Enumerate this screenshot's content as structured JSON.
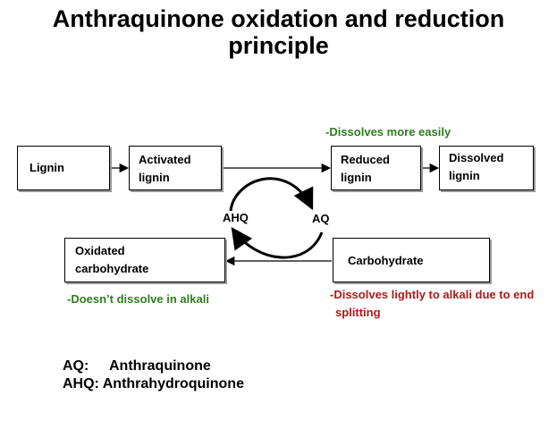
{
  "title_line1": "Anthraquinone oxidation and reduction",
  "title_line2": "principle",
  "boxes": {
    "lignin": "Lignin",
    "activated_l1": "Activated",
    "activated_l2": "lignin",
    "reduced_l1": "Reduced",
    "reduced_l2": "lignin",
    "dissolved_l1": "Dissolved",
    "dissolved_l2": "lignin",
    "oxidated_l1": "Oxidated",
    "oxidated_l2": "carbohydrate",
    "carbohydrate": "Carbohydrate"
  },
  "labels": {
    "ahq": "AHQ",
    "aq": "AQ"
  },
  "notes": {
    "dissolves_easily": "-Dissolves more easily",
    "no_dissolve": "-Doesn’t dissolve in alkali",
    "dissolves_lightly_l1": "-Dissolves lightly to alkali due to end",
    "dissolves_lightly_l2": "splitting"
  },
  "legend": {
    "aq_key": "AQ:",
    "aq_val": "Anthraquinone",
    "ahq_key": "AHQ:",
    "ahq_val": "Anthrahydroquinone"
  },
  "colors": {
    "green_note": "#2e7d1f",
    "red_note": "#b01818"
  }
}
